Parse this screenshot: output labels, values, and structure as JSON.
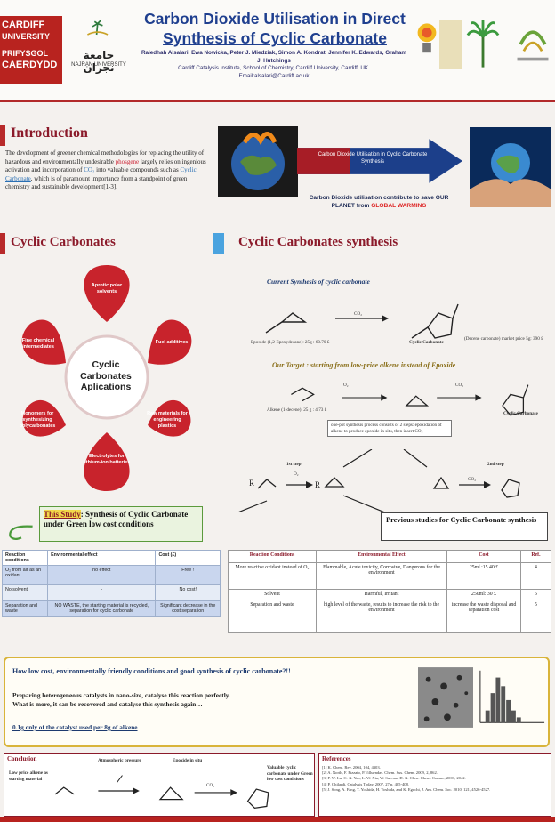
{
  "header": {
    "cardiff_logo": [
      "CARDIFF",
      "UNIVERSITY",
      "PRIFYSGOL",
      "CAERDYDD"
    ],
    "najran_logo_ar": "جامعة نجران",
    "najran_logo_en": "NAJRAN UNIVERSITY",
    "title_line1": "Carbon Dioxide Utilisation in Direct",
    "title_line2": "Synthesis of Cyclic Carbonate",
    "authors": "Raiedhah Alsalari, Ewa Nowicka, Peter J. Miedziak, Simon A. Kondrat, Jennifer K. Edwards, Graham J. Hutchings",
    "affiliation": "Cardiff Catalysis Institute, School of Chemistry, Cardiff University, Cardiff, UK.",
    "email": "Email:alsalari@Cardiff.ac.uk"
  },
  "intro": {
    "heading": "Introduction",
    "text_a": "The development of greener chemical methodologies for replacing the utility of hazardous and environmentally undesirable ",
    "phosgene": "phosgene",
    "text_b": " largely relies on ingenious activation and incorporation of ",
    "co2": "CO₂",
    "text_c": " into valuable compounds such as ",
    "cyclic": "Cyclic Carbonate",
    "text_d": ", which is of paramount importance from a standpoint of green chemistry and sustainable development[1-3].",
    "arrow_label": "Carbon Dioxide Utilisation in Cyclic Carbonate Synthesis",
    "slogan": "Carbon Dioxide utilisation contribute to save OUR PLANET from ",
    "slogan_red": "GLOBAL WARMING"
  },
  "cyclic": {
    "heading": "Cyclic Carbonates",
    "center": "Cyclic Carbonates Aplications",
    "petals": [
      "Aprotic polar solvents",
      "Fuel additives",
      "Raw materials for engineering plastics",
      "Electrolytes for lithium-ion batteries",
      "Monomers for synthesizing polycarbonates",
      "Fine chemical intermediates"
    ]
  },
  "synthesis": {
    "heading": "Cyclic Carbonates synthesis",
    "current": "Current Synthesis of cyclic carbonate",
    "co2": "CO₂",
    "o2": "O₂",
    "epoxide_price": "Epoxide (1,2-Epoxydecane): 25g : 60.70 £",
    "carbonate_price": "(Decene carbonate) market price 5g: 390 £",
    "cyclic_carbonate": "Cyclic Carbonate",
    "target": "Our Target : starting from low-price alkene instead of Epoxide",
    "alkene_price": "Alkene (1-decene): 25 g : 4.73 £",
    "onepot": "one-pot synthesis process consists of 2 steps: epoxidation of alkene to produce epoxide in situ, then insert CO₂",
    "step1": "1st step",
    "step2": "2nd step",
    "r": "R"
  },
  "study": {
    "label": "This Study",
    "text": ": Synthesis of Cyclic Carbonate under Green low cost conditions"
  },
  "previous": {
    "text": "Previous studies for Cyclic Carbonate synthesis"
  },
  "table_left": {
    "headers": [
      "Reaction conditions",
      "Environmental effect",
      "Cost (£)"
    ],
    "rows": [
      [
        "O₂ from air as an oxidant",
        "no effect",
        "Free !"
      ],
      [
        "No solvent",
        "-",
        "No cost!"
      ],
      [
        "Separation and waste",
        "NO WASTE, the starting material is recycled, separation for cyclic carbonate",
        "Significant decrease in the cost separation"
      ]
    ]
  },
  "table_right": {
    "headers": [
      "Reaction Conditions",
      "Environmental Effect",
      "Cost",
      "Ref."
    ],
    "rows": [
      [
        "More reactive oxidant instead of O₂",
        "Flammable, Acute toxicity, Corrosive, Dangerous for the environment",
        "25ml :15.40 £",
        "4"
      ],
      [
        "Solvent",
        "Harmful, Irritant",
        "250ml: 30 £",
        "5"
      ],
      [
        "Separation and waste",
        "high level of the waste, results to increase the risk to the environment",
        "increase the waste disposal and separation cost",
        "5"
      ]
    ]
  },
  "bottom": {
    "question": "How low cost, environmentally friendly conditions and good synthesis of cyclic carbonate?!!",
    "prep1": "Preparing heterogeneous catalysts in nano-size, catalyse this reaction perfectly.",
    "prep2": "What is more, it can be recovered and catalyse this synthesis again…",
    "amount": "0.1g only of the catalyst used per 8g of alkene"
  },
  "conclusion": {
    "heading": "Conclusion",
    "low_price": "Low price alkene as starting material",
    "atm": "Atmospheric pressure",
    "epoxide": "Epoxide in situ",
    "valuable": "Valuable cyclic carbonate under Green low cost conditions",
    "co2": "CO₂"
  },
  "references": {
    "heading": "References",
    "items": [
      "[1] K. Chem. Rev. 2004, 104, 4303.",
      "[2] A. North, F. Pizzato, P.Villuendas. Chem. Sus. Chem. 2009, 2, 862.",
      "[3] P. W. Lu, C.-X. Yao, L. W. Xia, W. Sun and D. X. Chen. Chem. Comm., 2003, 2042.",
      "[4] P. Ghilardi, Catalysis Today, 2007, 27 p. 405-408.",
      "[5] J. Song, A. Fang, T. Yoshida, H. Yoshida, and K. Eguchi, J. Am. Chem. Soc. 2010, 121, 4526-4527."
    ]
  },
  "colors": {
    "accent": "#8b1a2a",
    "title": "#1f3f8f",
    "cardiff_red": "#b8231f"
  }
}
